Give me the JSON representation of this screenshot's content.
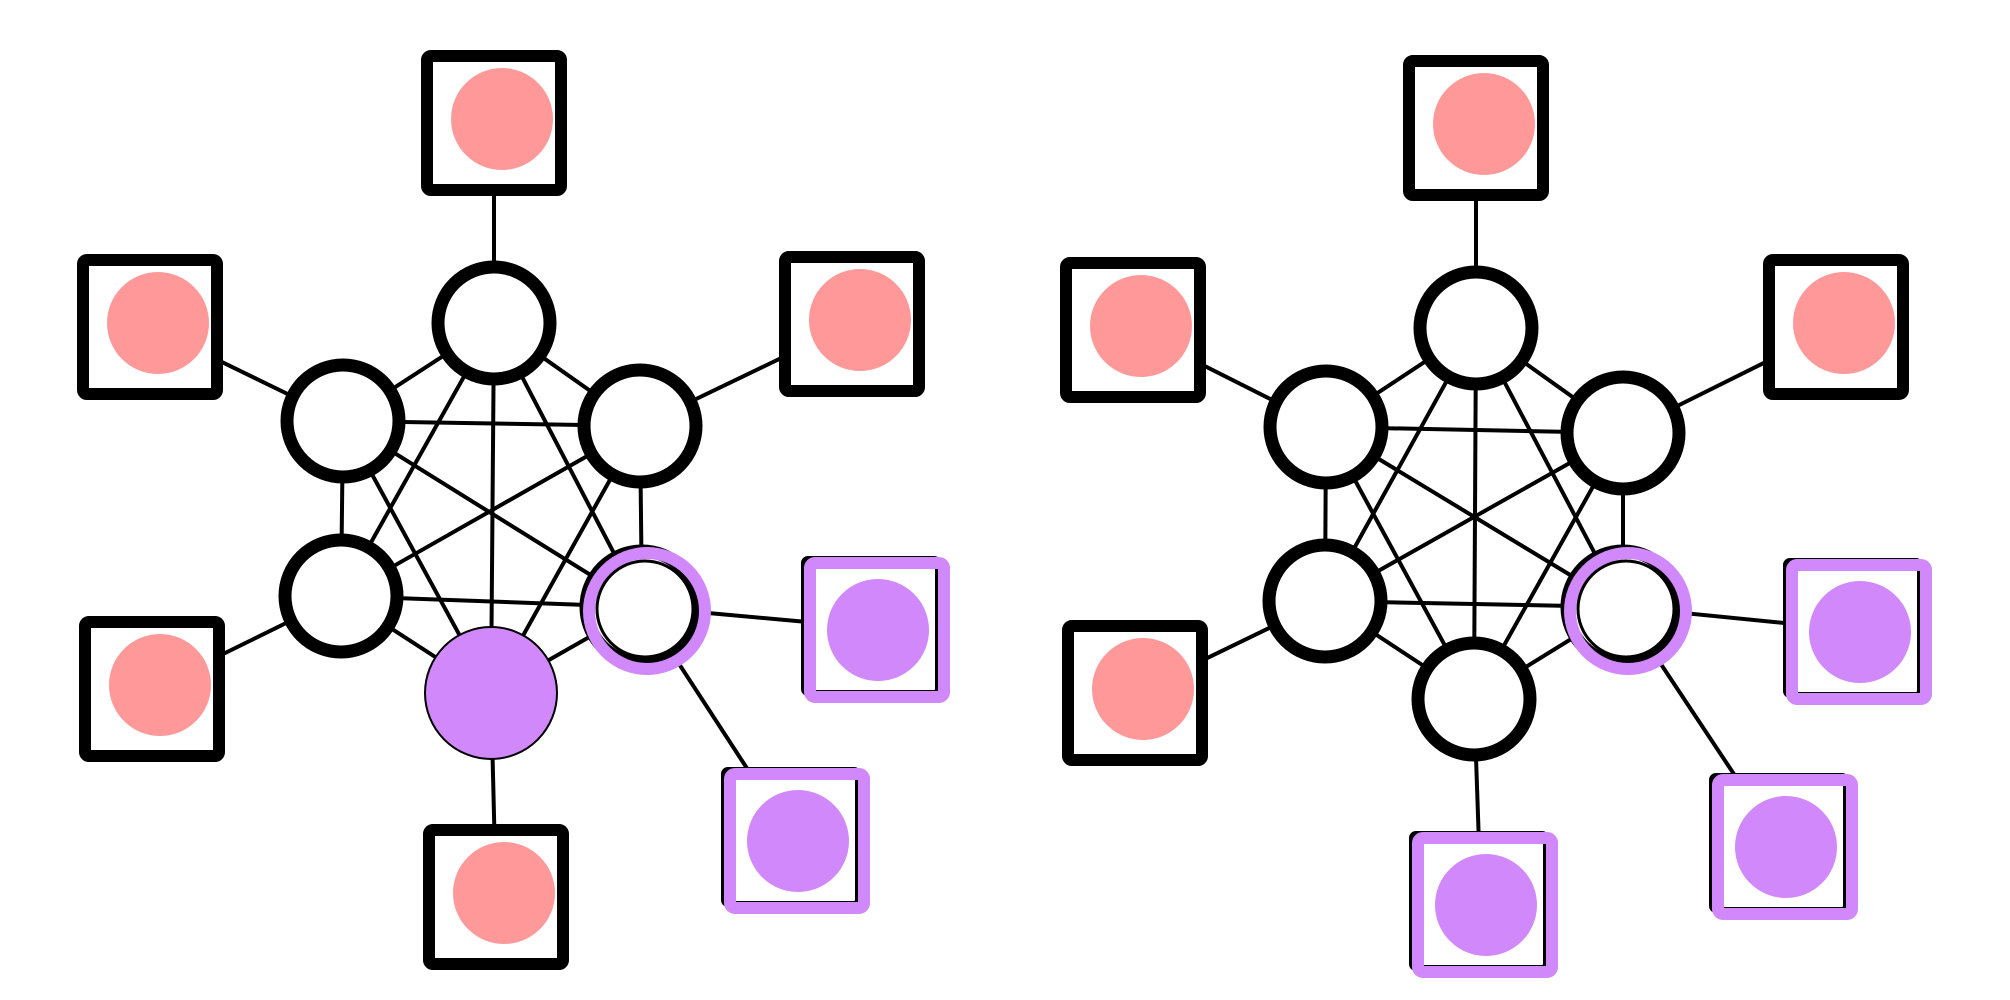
{
  "colors": {
    "stroke": "#000000",
    "node_fill": "#ffffff",
    "salmon": "#ff9999",
    "purple": "#d088fa"
  },
  "graphs": [
    {
      "name": "left-graph",
      "core_nodes": [
        {
          "id": "top",
          "state": "plain"
        },
        {
          "id": "upper-left",
          "state": "plain"
        },
        {
          "id": "upper-right",
          "state": "plain"
        },
        {
          "id": "lower-left",
          "state": "plain"
        },
        {
          "id": "lower-right",
          "state": "purple-ring"
        },
        {
          "id": "bottom",
          "state": "purple-filled"
        }
      ],
      "leaves": [
        {
          "id": "top",
          "attached_to": "top",
          "color": "salmon"
        },
        {
          "id": "upper-left",
          "attached_to": "upper-left",
          "color": "salmon"
        },
        {
          "id": "upper-right",
          "attached_to": "upper-right",
          "color": "salmon"
        },
        {
          "id": "lower-left",
          "attached_to": "lower-left",
          "color": "salmon"
        },
        {
          "id": "right",
          "attached_to": "lower-right",
          "color": "purple"
        },
        {
          "id": "lower-right",
          "attached_to": "lower-right",
          "color": "purple"
        },
        {
          "id": "bottom",
          "attached_to": "bottom",
          "color": "salmon"
        }
      ]
    },
    {
      "name": "right-graph",
      "core_nodes": [
        {
          "id": "top",
          "state": "plain"
        },
        {
          "id": "upper-left",
          "state": "plain"
        },
        {
          "id": "upper-right",
          "state": "plain"
        },
        {
          "id": "lower-left",
          "state": "plain"
        },
        {
          "id": "lower-right",
          "state": "purple-ring"
        },
        {
          "id": "bottom",
          "state": "plain"
        }
      ],
      "leaves": [
        {
          "id": "top",
          "attached_to": "top",
          "color": "salmon"
        },
        {
          "id": "upper-left",
          "attached_to": "upper-left",
          "color": "salmon"
        },
        {
          "id": "upper-right",
          "attached_to": "upper-right",
          "color": "salmon"
        },
        {
          "id": "lower-left",
          "attached_to": "lower-left",
          "color": "salmon"
        },
        {
          "id": "right",
          "attached_to": "lower-right",
          "color": "purple"
        },
        {
          "id": "lower-right",
          "attached_to": "lower-right",
          "color": "purple"
        },
        {
          "id": "bottom",
          "attached_to": "bottom",
          "color": "purple"
        }
      ]
    }
  ]
}
